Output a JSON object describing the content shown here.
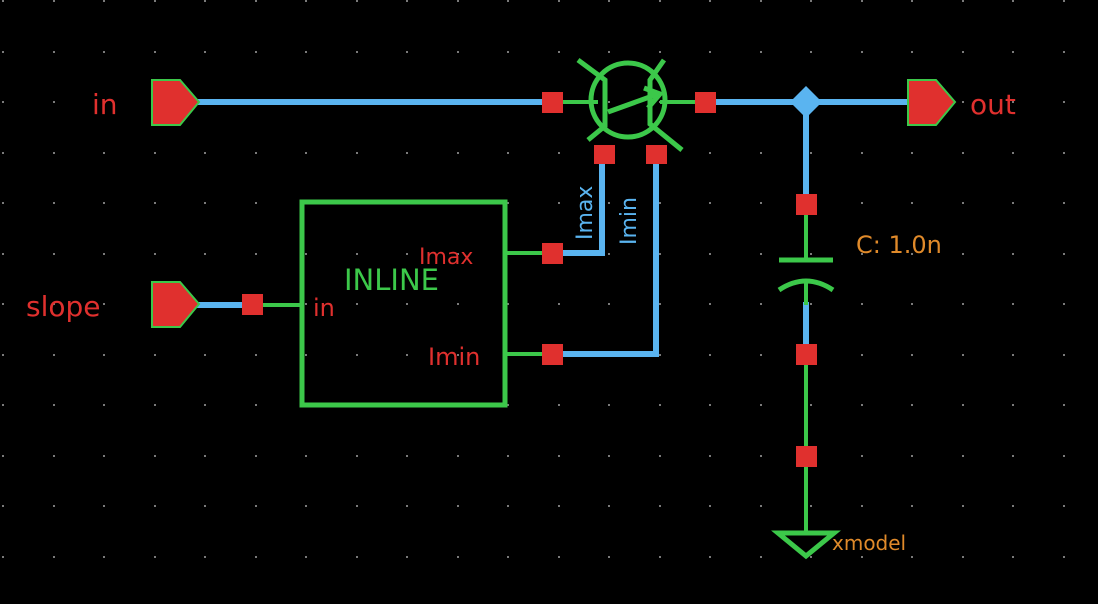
{
  "pins": {
    "in_label": "in",
    "slope_label": "slope",
    "out_label": "out"
  },
  "block": {
    "name": "INLINE",
    "port_in": "in",
    "port_imax": "Imax",
    "port_imin": "Imin"
  },
  "transistor": {
    "label_imax": "Imax",
    "label_imin": "Imin"
  },
  "capacitor": {
    "label": "C: 1.0n"
  },
  "ground": {
    "label": "xmodel"
  },
  "colors": {
    "background": "#000000",
    "wire": "#5ab4f0",
    "device": "#3cc84a",
    "pin": "#e0302e",
    "label_red": "#e0302e",
    "label_orange": "#e08a2a",
    "grid_dot": "#7a7a7a"
  }
}
